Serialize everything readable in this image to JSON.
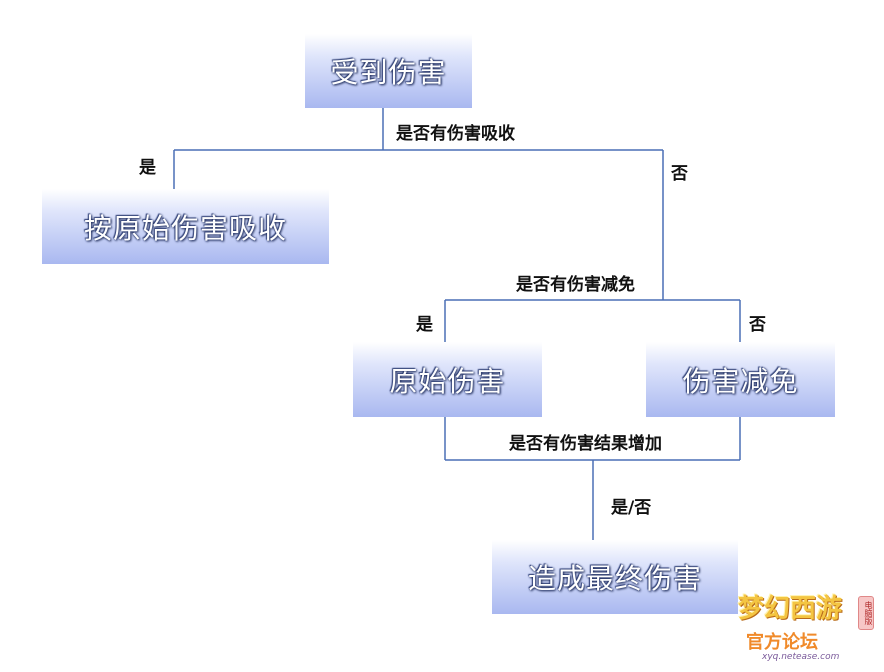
{
  "nodes": {
    "start": "受到伤害",
    "absorb": "按原始伤害吸收",
    "raw": "原始伤害",
    "reduced": "伤害减免",
    "final": "造成最终伤害"
  },
  "questions": {
    "q1": "是否有伤害吸收",
    "q2": "是否有伤害减免",
    "q3": "是否有伤害结果增加"
  },
  "answers": {
    "yes1": "是",
    "no1": "否",
    "yes2": "是",
    "no2": "否",
    "yesno3": "是/否"
  },
  "watermark": {
    "title": "梦幻西游",
    "subtitle": "官方论坛",
    "url": "xyq.netease.com",
    "badge": "电脑版"
  },
  "colors": {
    "line": "#4a6fb5",
    "node_top": "#ffffff",
    "node_bottom": "#a9b8f0"
  }
}
